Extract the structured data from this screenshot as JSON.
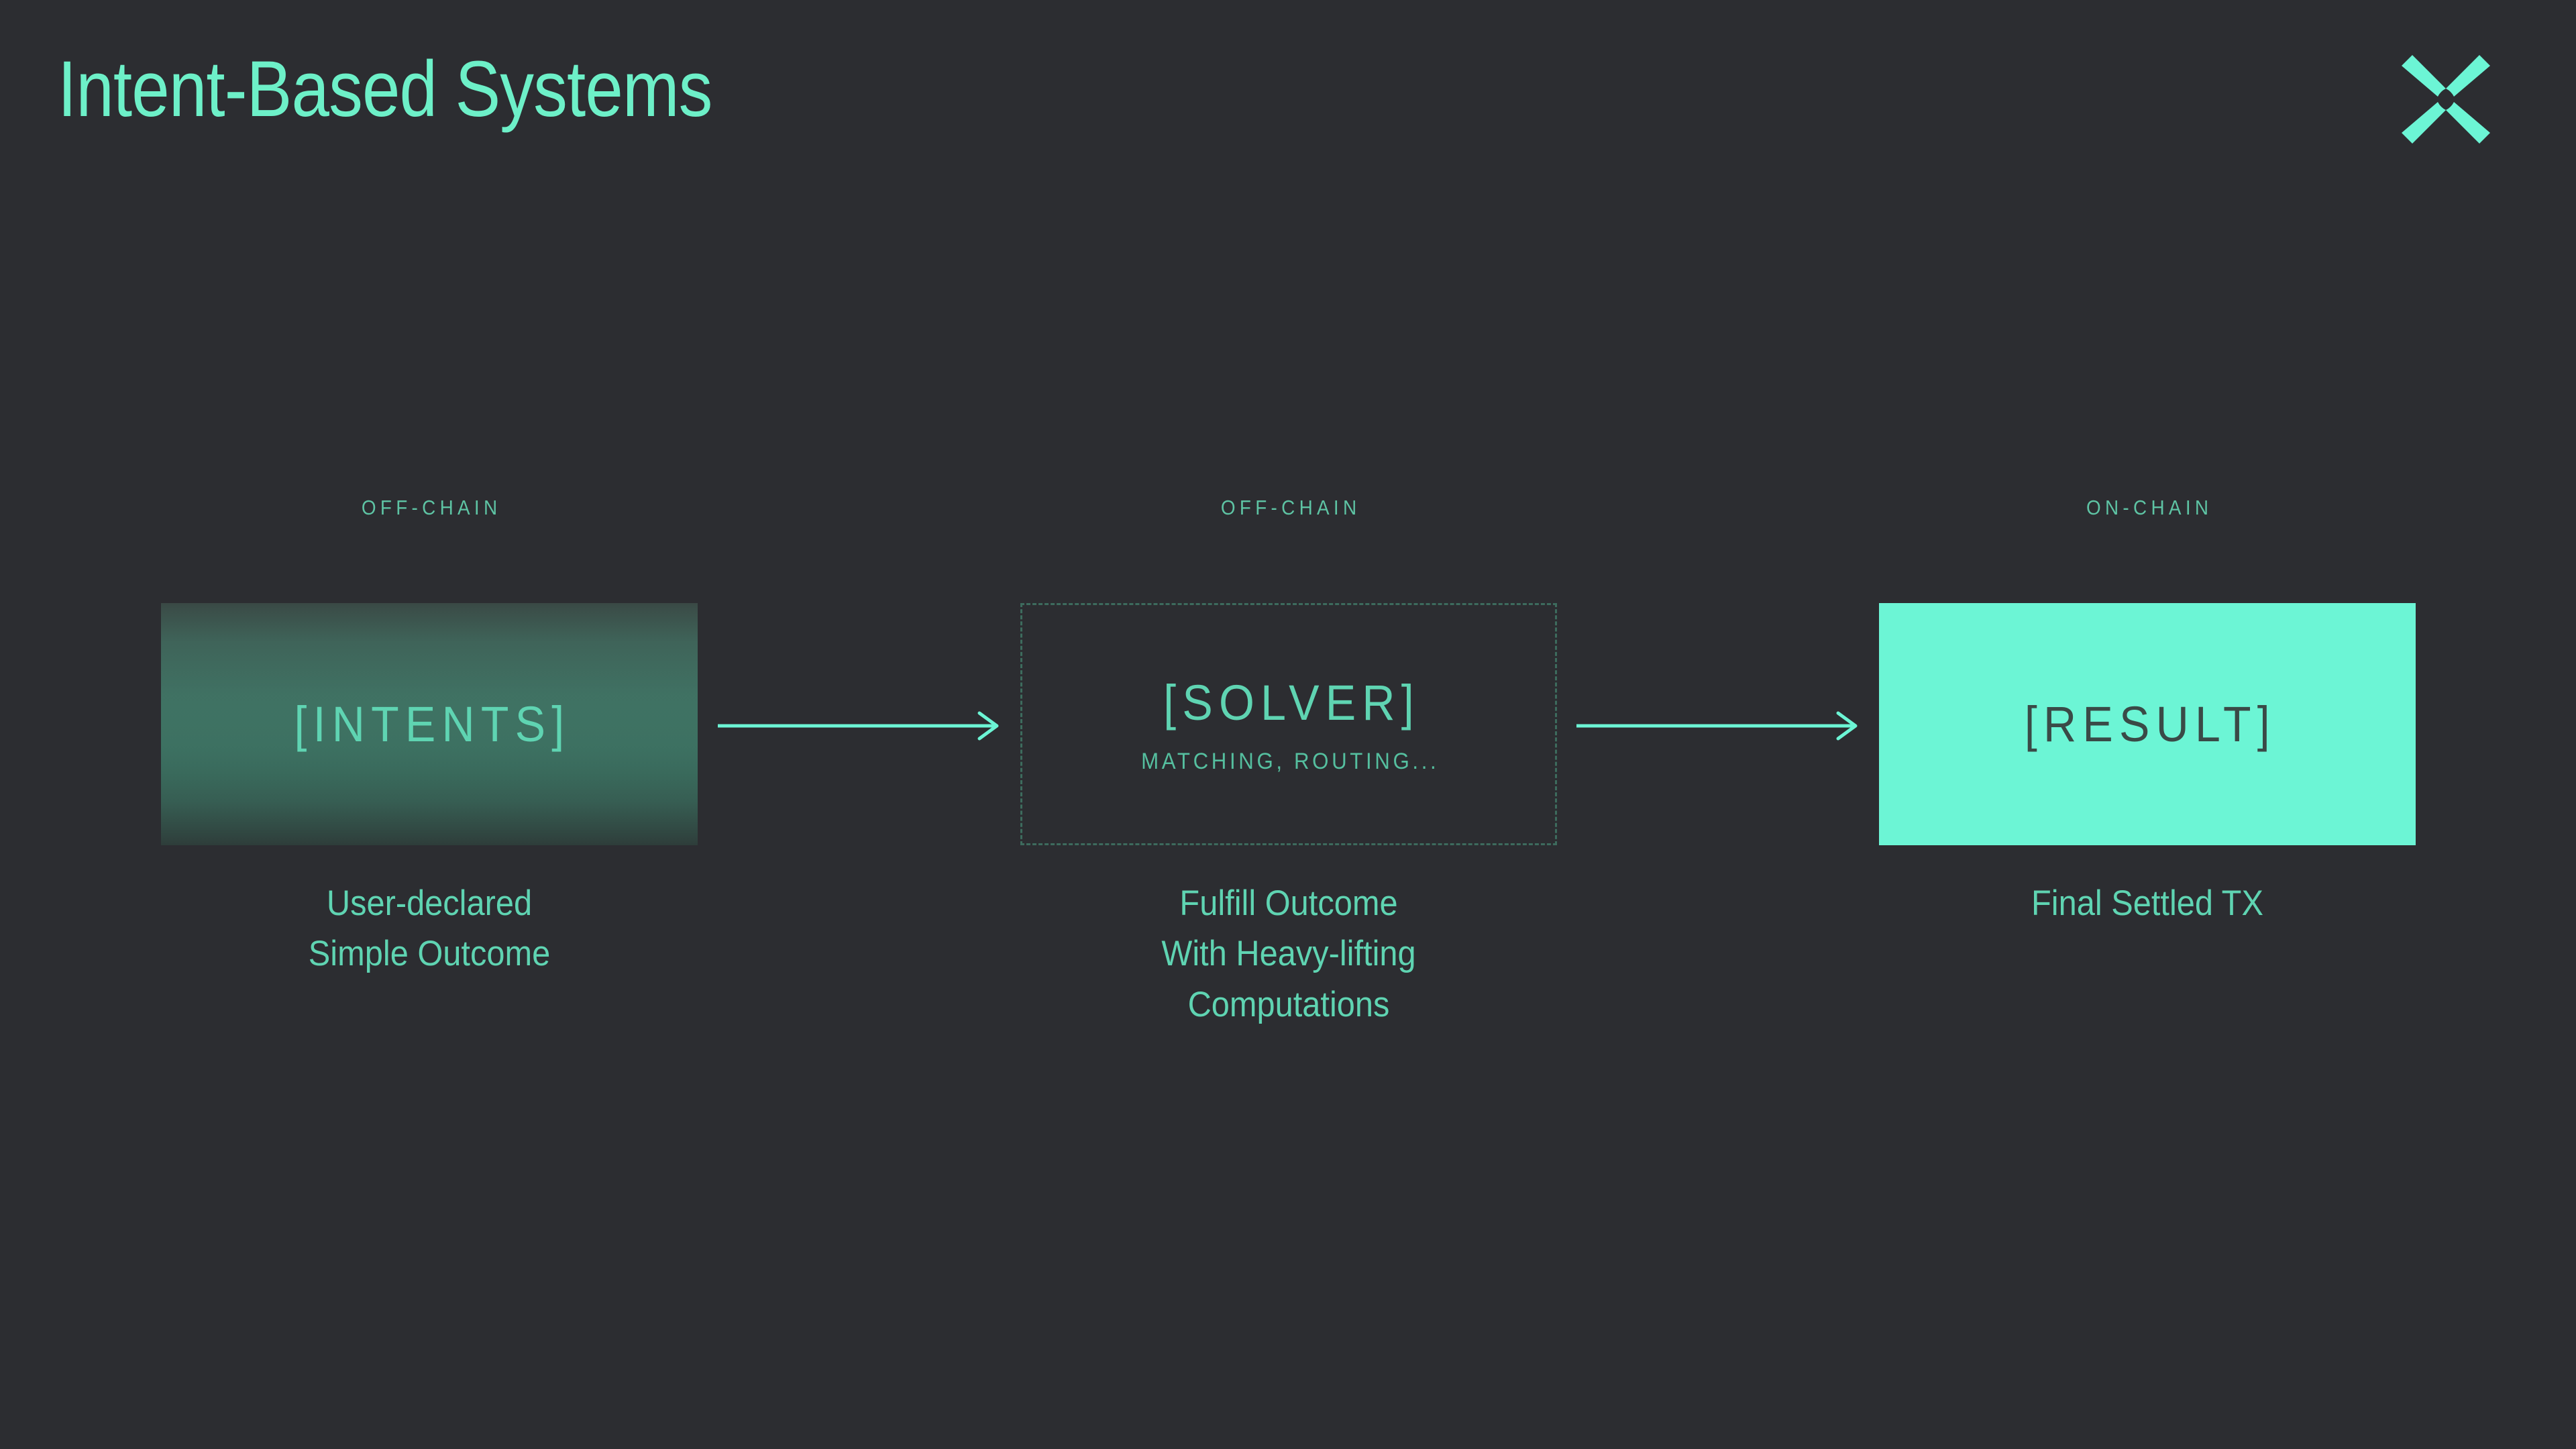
{
  "header": {
    "title": "Intent-Based Systems",
    "logo_name": "x-brand-logo"
  },
  "colors": {
    "background": "#2c2d31",
    "accent_bright": "#6cf5d5",
    "accent": "#5fd4b2",
    "muted_accent": "#5ec4a4",
    "dark_text_on_accent": "#3a4a47",
    "dashed_border": "#3d6b5d"
  },
  "flow": {
    "stages": [
      {
        "id": "intents",
        "label": "OFF-CHAIN",
        "box_title": "[INTENTS]",
        "box_subtitle": "",
        "caption": "User-declared\nSimple Outcome",
        "style": "gradient"
      },
      {
        "id": "solver",
        "label": "OFF-CHAIN",
        "box_title": "[SOLVER]",
        "box_subtitle": "MATCHING, ROUTING...",
        "caption": "Fulfill Outcome\nWith Heavy-lifting\nComputations",
        "style": "dashed"
      },
      {
        "id": "result",
        "label": "ON-CHAIN",
        "box_title": "[RESULT]",
        "box_subtitle": "",
        "caption": "Final Settled TX",
        "style": "solid"
      }
    ],
    "arrows": [
      {
        "id": "intents-to-solver",
        "name": "arrow-right-icon"
      },
      {
        "id": "solver-to-result",
        "name": "arrow-right-icon"
      }
    ]
  }
}
